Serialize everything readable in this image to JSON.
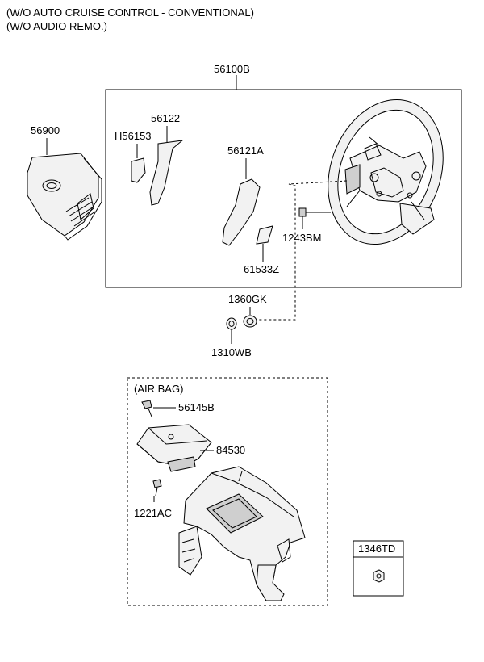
{
  "notes": {
    "line1": "(W/O AUTO CRUISE CONTROL - CONVENTIONAL)",
    "line2": "(W/O AUDIO REMO.)"
  },
  "parts": {
    "steering_wheel_assy": "56100B",
    "airbag_module": "56900",
    "cover_56122": "56122",
    "cover_h56153": "H56153",
    "cover_56121a": "56121A",
    "cover_61533z": "61533Z",
    "bolt_1243bm": "1243BM",
    "nut_1360gk": "1360GK",
    "washer_1310wb": "1310WB",
    "screw_56145b": "56145B",
    "passenger_airbag": "84530",
    "bolt_1221ac": "1221AC",
    "nut_1346td": "1346TD"
  },
  "airbag_group": {
    "title": "(AIR BAG)"
  },
  "icons": [
    "airbag-pad-icon",
    "steering-wheel-icon",
    "dashboard-icon",
    "nut-icon",
    "bolt-icon"
  ]
}
